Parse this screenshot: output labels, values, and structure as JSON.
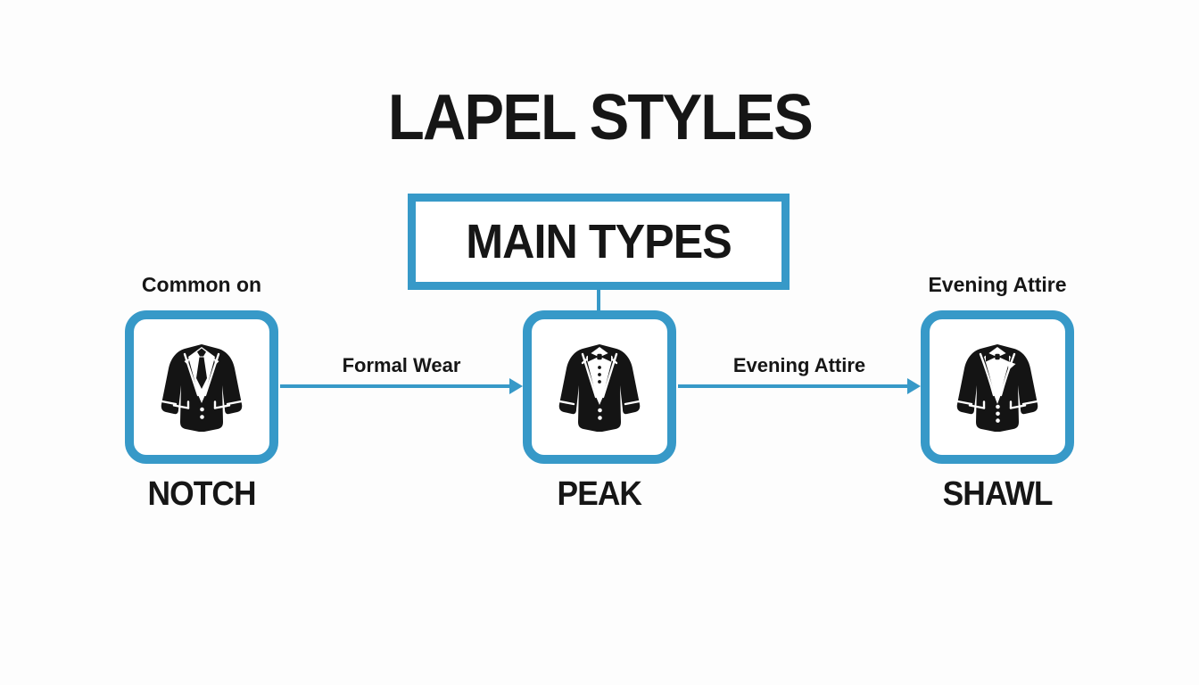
{
  "title": "LAPEL STYLES",
  "root": {
    "label": "MAIN TYPES"
  },
  "nodes": [
    {
      "caption": "Common on",
      "label": "NOTCH",
      "icon": "suit-jacket-necktie-icon"
    },
    {
      "caption": "",
      "label": "PEAK",
      "icon": "tuxedo-bowtie-icon"
    },
    {
      "caption": "Evening Attire",
      "label": "SHAWL",
      "icon": "tuxedo-bowtie-pocket-square-icon"
    }
  ],
  "edges": [
    {
      "from": "NOTCH",
      "to": "PEAK",
      "label": "Formal Wear"
    },
    {
      "from": "PEAK",
      "to": "SHAWL",
      "label": "Evening Attire"
    }
  ],
  "colors": {
    "accent": "#3799c8",
    "text": "#161616",
    "background": "#fdfdfd",
    "icon": "#141414"
  }
}
